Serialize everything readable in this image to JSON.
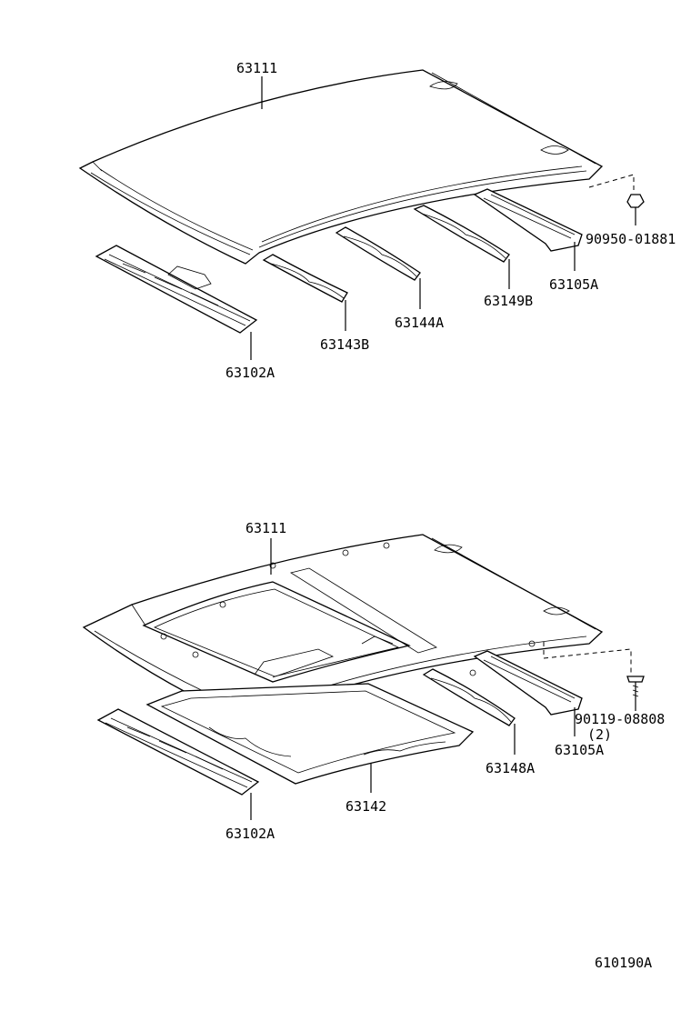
{
  "diagram": {
    "top": {
      "roof_panel": "63111",
      "front_header": "63102A",
      "bow_1": "63143B",
      "bow_2": "63144A",
      "bow_3": "63149B",
      "rear_header": "63105A",
      "clip": "90950-01881"
    },
    "bottom": {
      "roof_panel": "63111",
      "front_header": "63102A",
      "sunroof_reinforcement": "63142",
      "bow": "63148A",
      "rear_header": "63105A",
      "screw": "90119-08808",
      "screw_qty": "(2)"
    },
    "figure_id": "610190A"
  }
}
